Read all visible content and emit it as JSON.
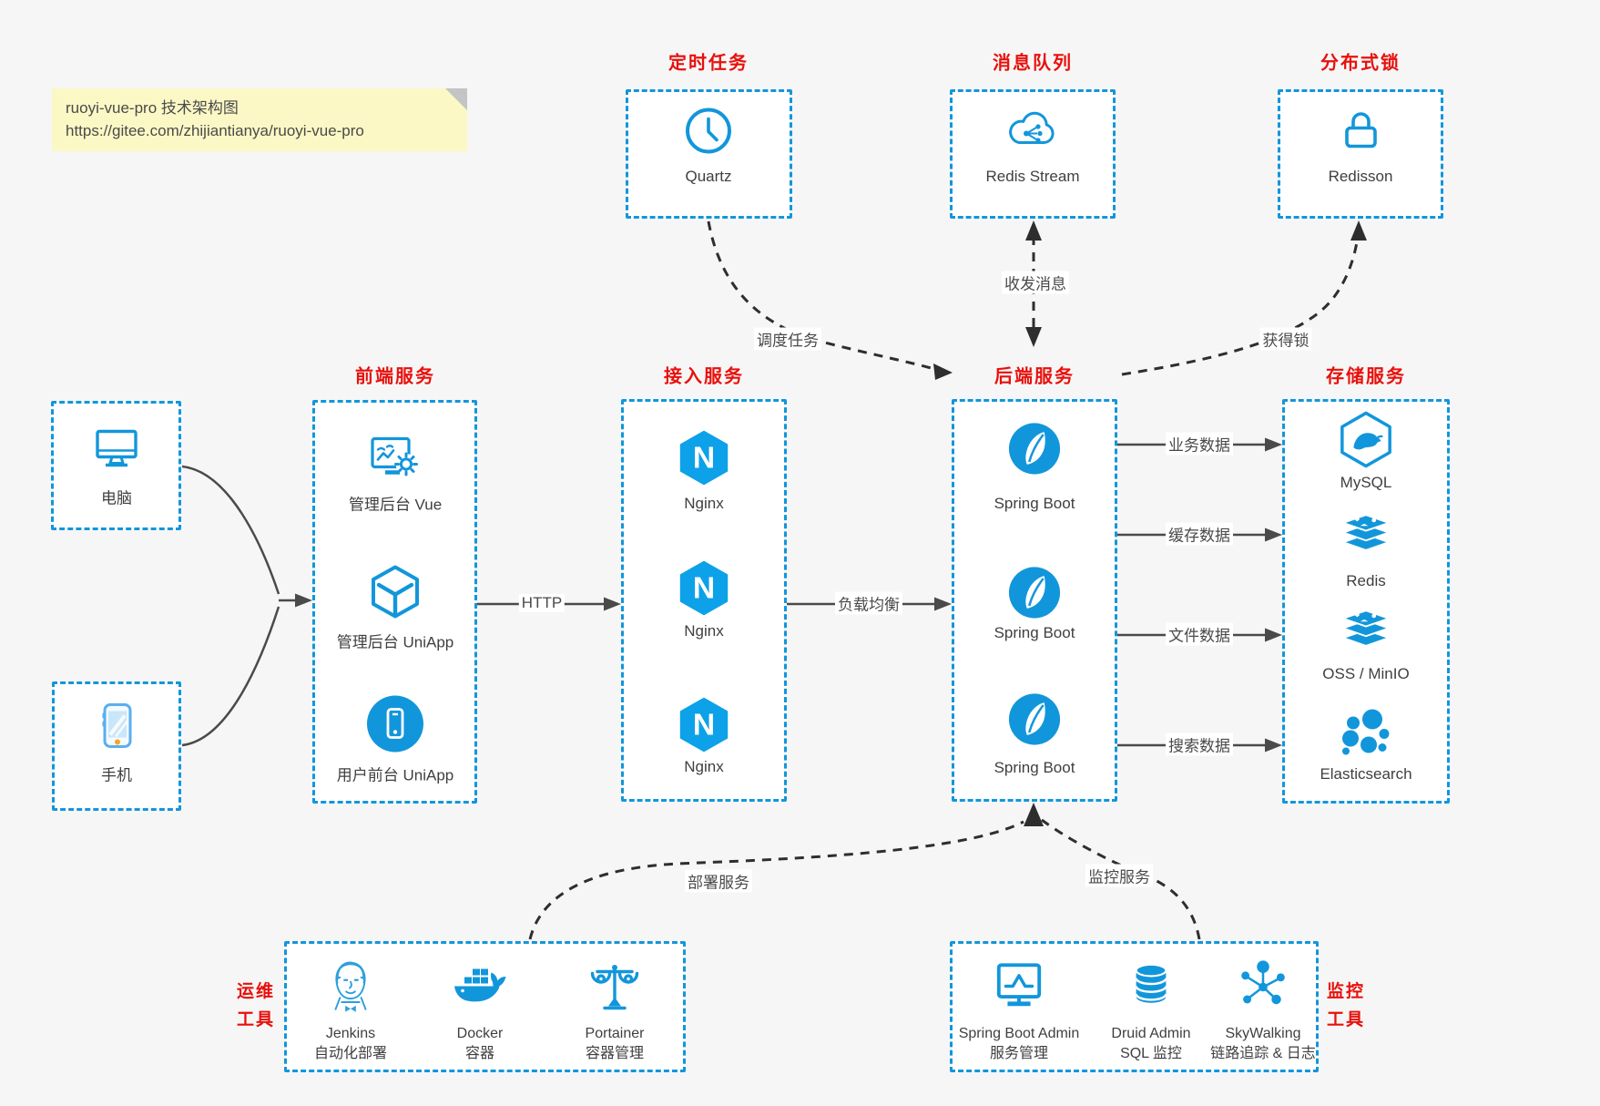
{
  "note": {
    "line1": "ruoyi-vue-pro 技术架构图",
    "line2": "https://gitee.com/zhijiantianya/ruoyi-vue-pro"
  },
  "top_groups": [
    {
      "title": "定时任务",
      "item": {
        "label": "Quartz",
        "icon": "clock-icon"
      }
    },
    {
      "title": "消息队列",
      "item": {
        "label": "Redis Stream",
        "icon": "cloud-message-icon"
      }
    },
    {
      "title": "分布式锁",
      "item": {
        "label": "Redisson",
        "icon": "lock-icon"
      }
    }
  ],
  "clients": [
    {
      "label": "电脑",
      "icon": "desktop-icon"
    },
    {
      "label": "手机",
      "icon": "mobile-icon"
    }
  ],
  "frontend": {
    "title": "前端服务",
    "items": [
      {
        "label": "管理后台 Vue",
        "icon": "admin-vue-icon"
      },
      {
        "label": "管理后台 UniApp",
        "icon": "uniapp-cube-icon"
      },
      {
        "label": "用户前台 UniApp",
        "icon": "user-app-icon"
      }
    ]
  },
  "gateway": {
    "title": "接入服务",
    "items": [
      {
        "label": "Nginx",
        "icon": "nginx-icon"
      },
      {
        "label": "Nginx",
        "icon": "nginx-icon"
      },
      {
        "label": "Nginx",
        "icon": "nginx-icon"
      }
    ]
  },
  "backend": {
    "title": "后端服务",
    "items": [
      {
        "label": "Spring Boot",
        "icon": "spring-icon"
      },
      {
        "label": "Spring Boot",
        "icon": "spring-icon"
      },
      {
        "label": "Spring Boot",
        "icon": "spring-icon"
      }
    ]
  },
  "storage": {
    "title": "存储服务",
    "items": [
      {
        "label": "MySQL",
        "icon": "mysql-icon"
      },
      {
        "label": "Redis",
        "icon": "redis-stack-icon"
      },
      {
        "label": "OSS / MinIO",
        "icon": "redis-stack-icon"
      },
      {
        "label": "Elasticsearch",
        "icon": "elasticsearch-icon"
      }
    ]
  },
  "ops": {
    "title": [
      "运维",
      "工具"
    ],
    "items": [
      {
        "name": "Jenkins",
        "desc": "自动化部署",
        "icon": "jenkins-icon"
      },
      {
        "name": "Docker",
        "desc": "容器",
        "icon": "docker-icon"
      },
      {
        "name": "Portainer",
        "desc": "容器管理",
        "icon": "portainer-icon"
      }
    ]
  },
  "monitoring": {
    "title": [
      "监控",
      "工具"
    ],
    "items": [
      {
        "name": "Spring Boot Admin",
        "desc": "服务管理",
        "icon": "monitor-pulse-icon"
      },
      {
        "name": "Druid Admin",
        "desc": "SQL 监控",
        "icon": "database-icon"
      },
      {
        "name": "SkyWalking",
        "desc": "链路追踪 & 日志",
        "icon": "node-network-icon"
      }
    ]
  },
  "edges": {
    "http": "HTTP",
    "load_balance": "负载均衡",
    "business": "业务数据",
    "cache": "缓存数据",
    "file": "文件数据",
    "search": "搜索数据",
    "schedule": "调度任务",
    "messaging": "收发消息",
    "lock": "获得锁",
    "deploy": "部署服务",
    "monitor": "监控服务"
  },
  "misc": {
    "nginx_letter": "N"
  },
  "colors": {
    "accent_blue": "#1296db",
    "accent_red": "#e8100c",
    "note_bg": "#fbf8c5",
    "solid_line": "#4a4a4a",
    "dashed_line": "#2e2e2e",
    "box_bg": "#ffffff",
    "page_bg": "#f6f6f6"
  }
}
